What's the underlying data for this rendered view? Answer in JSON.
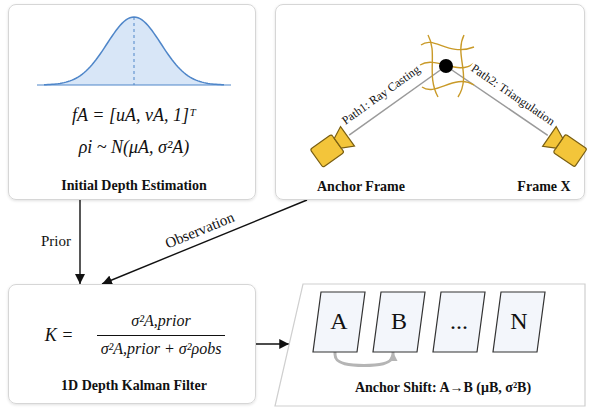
{
  "diagram": {
    "nodes": [
      {
        "text": [
          "fA = [uA, vA, 1]ᵀ",
          "ρi ~ N(μA, σ²A)",
          "Initial Depth Estimation"
        ]
      },
      {
        "text": [
          "Path1: Ray Casting",
          "Path2: Triangulation",
          "Anchor Frame",
          "Frame X"
        ]
      },
      {
        "text": [
          "K =",
          "σ²A,prior",
          "σ²A,prior + σ²ρobs",
          "1D Depth Kalman Filter"
        ]
      },
      {
        "text": [
          "Anchor Shift: A→B (μB, σ²B)"
        ]
      },
      {
        "text": [
          "A"
        ],
        "in": 3
      },
      {
        "text": [
          "B"
        ],
        "in": 3
      },
      {
        "text": [
          "..."
        ],
        "in": 3
      },
      {
        "text": [
          "N"
        ],
        "in": 3
      }
    ],
    "edges": [
      {
        "from": 0,
        "to": 2,
        "label": "Prior",
        "arrow": "to"
      },
      {
        "from": 1,
        "to": 2,
        "label": "Observation",
        "arrow": "to"
      },
      {
        "from": 2,
        "to": 3,
        "arrow": "to"
      },
      {
        "from": 4,
        "to": 5,
        "arrow": "to"
      }
    ]
  }
}
